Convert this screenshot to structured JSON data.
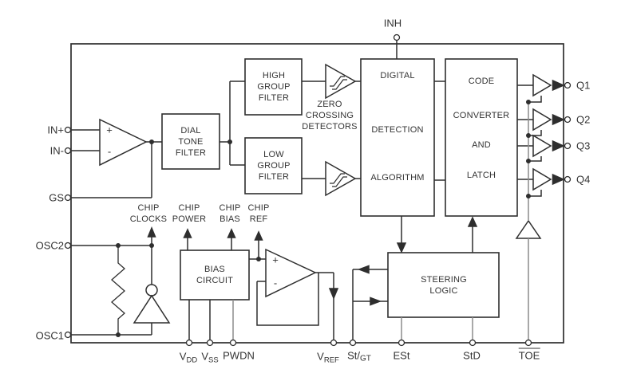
{
  "figure": {
    "background": "#ffffff",
    "line_color": "#2e2e2e",
    "gray_line_color": "#8c8c8c"
  },
  "pins": {
    "inh": "INH",
    "in_plus": "IN+",
    "in_minus": "IN-",
    "gs": "GS",
    "osc2": "OSC2",
    "osc1": "OSC1",
    "vdd": {
      "base": "V",
      "sub": "DD"
    },
    "vss": {
      "base": "V",
      "sub": "SS"
    },
    "pwdn": "PWDN",
    "vref": {
      "base": "V",
      "sub": "REF"
    },
    "stgt": {
      "base": "St/",
      "sub": "GT"
    },
    "est": "ESt",
    "std": "StD",
    "toe": "TOE",
    "q1": "Q1",
    "q2": "Q2",
    "q3": "Q3",
    "q4": "Q4"
  },
  "blocks": {
    "dial_tone_filter": "DIAL\nTONE\nFILTER",
    "high_group_filter": "HIGH\nGROUP\nFILTER",
    "low_group_filter": "LOW\nGROUP\nFILTER",
    "bias_circuit": "BIAS\nCIRCUIT",
    "steering_logic": "STEERING\nLOGIC",
    "digital_detection_algorithm": {
      "row1": "DIGITAL",
      "row2": "DETECTION",
      "row3": "ALGORITHM"
    },
    "code_converter_latch": {
      "row1": "CODE",
      "row2": "CONVERTER",
      "row3": "AND",
      "row4": "LATCH"
    }
  },
  "annotations": {
    "zero_crossing_detectors": "ZERO\nCROSSING\nDETECTORS",
    "chip_clocks": "CHIP\nCLOCKS",
    "chip_power": "CHIP\nPOWER",
    "chip_bias": "CHIP\nBIAS",
    "chip_ref": "CHIP\nREF"
  },
  "symbols": {
    "plus": "+",
    "minus": "-"
  }
}
